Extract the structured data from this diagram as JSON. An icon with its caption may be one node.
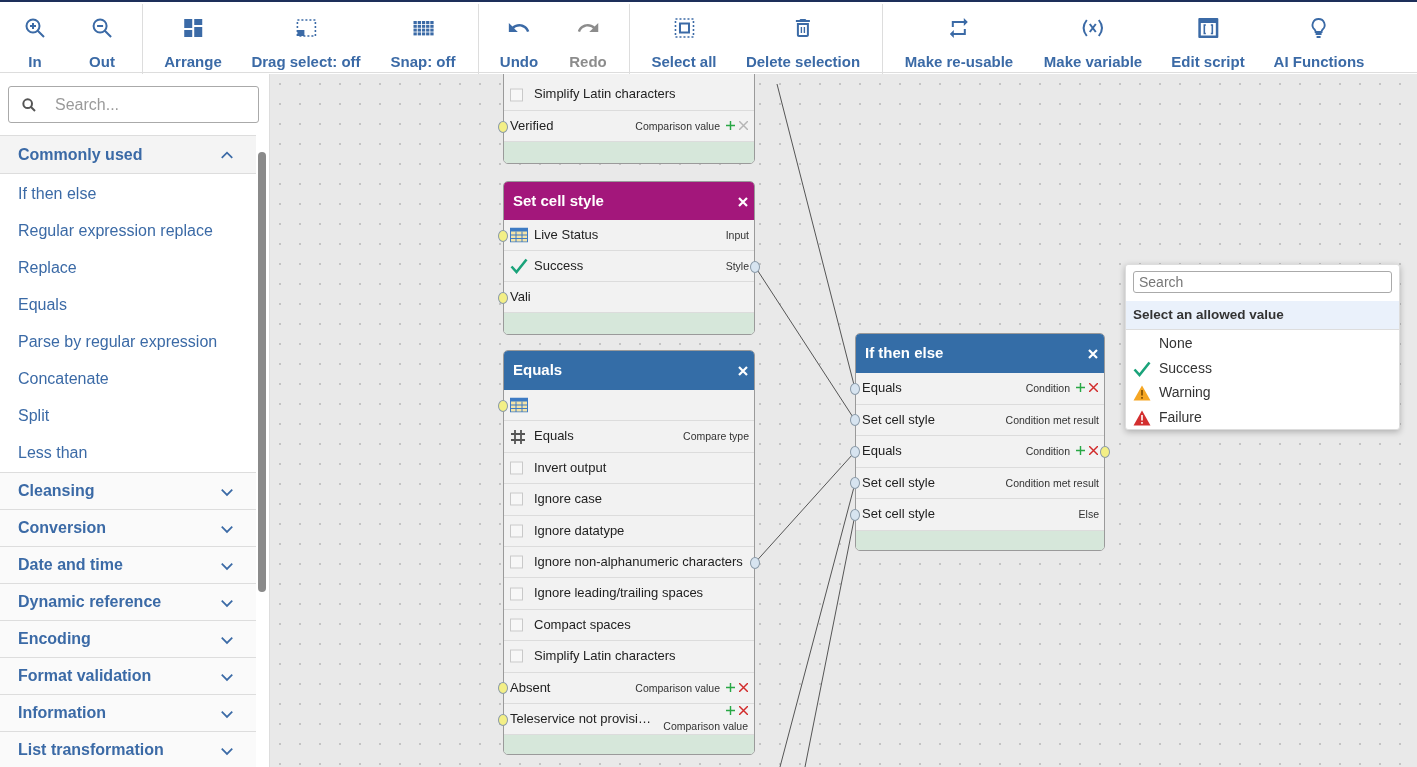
{
  "diagram": {
    "nodes": [
      {
        "text": [],
        "shape": "box"
      },
      {
        "text": [
          "Simplify Latin characters"
        ],
        "in": 0
      },
      {
        "text": [
          "Verified",
          "Comparison value"
        ],
        "in": 0
      },
      {
        "text": [
          "Set cell style"
        ]
      },
      {
        "text": [
          "Live Status",
          "Input"
        ],
        "in": 3
      },
      {
        "text": [
          "Success",
          "Style"
        ],
        "in": 3
      },
      {
        "text": [
          "Vali"
        ],
        "in": 3
      },
      {
        "text": [
          "Equals"
        ]
      },
      {
        "text": [],
        "shape": "bar",
        "in": 7
      },
      {
        "text": [
          "Equals",
          "Compare type"
        ],
        "in": 7
      },
      {
        "text": [
          "Invert output"
        ],
        "in": 7
      },
      {
        "text": [
          "Ignore case"
        ],
        "in": 7
      },
      {
        "text": [
          "Ignore datatype"
        ],
        "in": 7
      },
      {
        "text": [
          "Ignore non-alphanumeric characters"
        ],
        "in": 7
      },
      {
        "text": [
          "Ignore leading/trailing spaces"
        ],
        "in": 7
      },
      {
        "text": [
          "Compact spaces"
        ],
        "in": 7
      },
      {
        "text": [
          "Simplify Latin characters"
        ],
        "in": 7
      },
      {
        "text": [
          "Absent",
          "Comparison value"
        ],
        "in": 7
      },
      {
        "text": [
          "Teleservice not provisi…",
          "Comparison value"
        ],
        "in": 7
      },
      {
        "text": [
          "If then else"
        ]
      },
      {
        "text": [
          "Equals",
          "Condition"
        ],
        "in": 19
      },
      {
        "text": [
          "Set cell style",
          "Condition met result"
        ],
        "in": 19
      },
      {
        "text": [
          "Equals",
          "Condition"
        ],
        "in": 19
      },
      {
        "text": [
          "Set cell style",
          "Condition met result"
        ],
        "in": 19
      },
      {
        "text": [
          "Set cell style",
          "Else"
        ],
        "in": 19
      },
      {
        "text": [
          "Search",
          "Select an allowed value",
          "None",
          "Success",
          "Warning",
          "Failure"
        ]
      }
    ],
    "edges": [
      {
        "from": null,
        "to": 20,
        "arrow": "none"
      },
      {
        "from": 5,
        "to": 21,
        "arrow": "none"
      },
      {
        "from": 13,
        "to": 22,
        "arrow": "none"
      },
      {
        "from": null,
        "to": 23,
        "arrow": "none"
      },
      {
        "from": null,
        "to": 24,
        "arrow": "none"
      }
    ],
    "labels": [
      "In",
      "Out",
      "Arrange",
      "Drag select: off",
      "Snap: off",
      "Undo",
      "Redo",
      "Select all",
      "Delete selection",
      "Make re-usable",
      "Make variable",
      "Edit script",
      "AI Functions",
      "Search...",
      "Commonly used",
      "If then else",
      "Regular expression replace",
      "Replace",
      "Equals",
      "Parse by regular expression",
      "Concatenate",
      "Split",
      "Less than",
      "Cleansing",
      "Conversion",
      "Date and time",
      "Dynamic reference",
      "Encoding",
      "Format validation",
      "Information",
      "List transformation"
    ]
  }
}
